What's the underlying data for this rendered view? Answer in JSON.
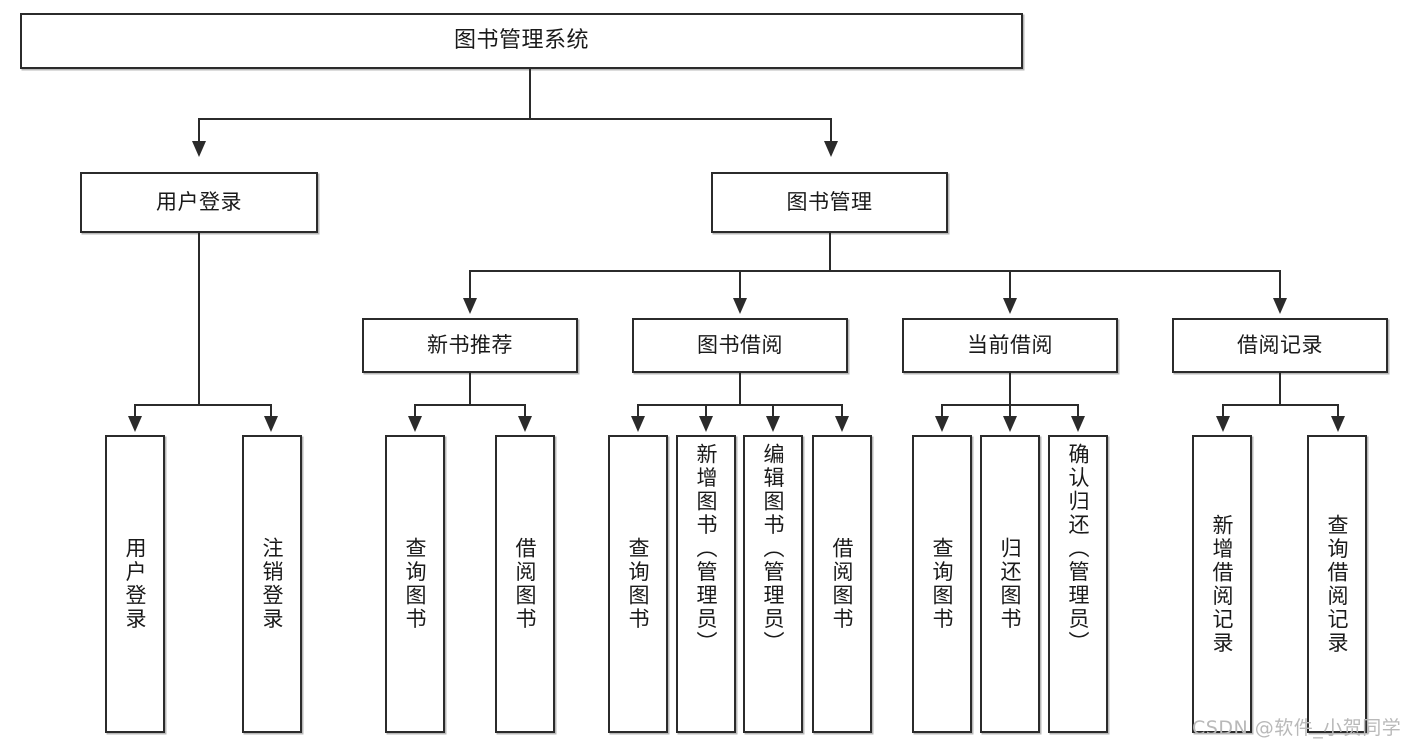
{
  "diagram": {
    "title": "图书管理系统",
    "root": {
      "label": "图书管理系统"
    },
    "level2": [
      {
        "label": "用户登录"
      },
      {
        "label": "图书管理"
      }
    ],
    "level3": [
      {
        "label": "新书推荐"
      },
      {
        "label": "图书借阅"
      },
      {
        "label": "当前借阅"
      },
      {
        "label": "借阅记录"
      }
    ],
    "leaves": [
      {
        "label": "用户登录"
      },
      {
        "label": "注销登录"
      },
      {
        "label": "查询图书"
      },
      {
        "label": "借阅图书"
      },
      {
        "label": "查询图书"
      },
      {
        "label": "新增图书（管理员）"
      },
      {
        "label": "编辑图书（管理员）"
      },
      {
        "label": "借阅图书"
      },
      {
        "label": "查询图书"
      },
      {
        "label": "归还图书"
      },
      {
        "label": "确认归还（管理员）"
      },
      {
        "label": "新增借阅记录"
      },
      {
        "label": "查询借阅记录"
      }
    ]
  },
  "watermark": {
    "text": "CSDN @软件_小贺同学"
  },
  "colors": {
    "stroke": "#2b2b2b",
    "fill": "#ffffff",
    "text": "#1a1a1a",
    "watermark": "#b9b9b9"
  }
}
